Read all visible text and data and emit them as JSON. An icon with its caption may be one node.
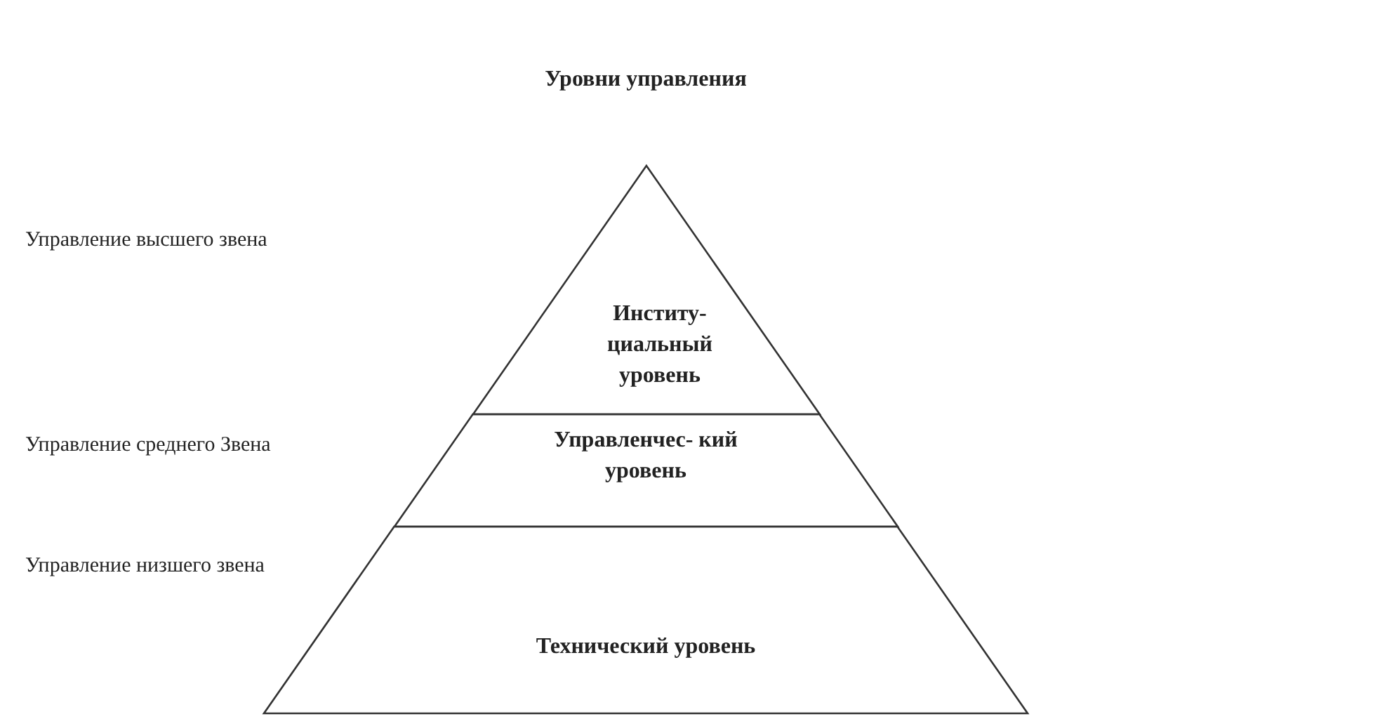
{
  "diagram": {
    "title": "Уровни управления",
    "nodes": [
      {
        "text": [
          "Институ- циальный уровень"
        ]
      },
      {
        "text": [
          "Управленчес- кий уровень"
        ]
      },
      {
        "text": [
          "Технический уровень"
        ]
      }
    ],
    "labels": [
      "Управление высшего звена",
      "Управление среднего Звена",
      "Управление низшего звена"
    ]
  }
}
